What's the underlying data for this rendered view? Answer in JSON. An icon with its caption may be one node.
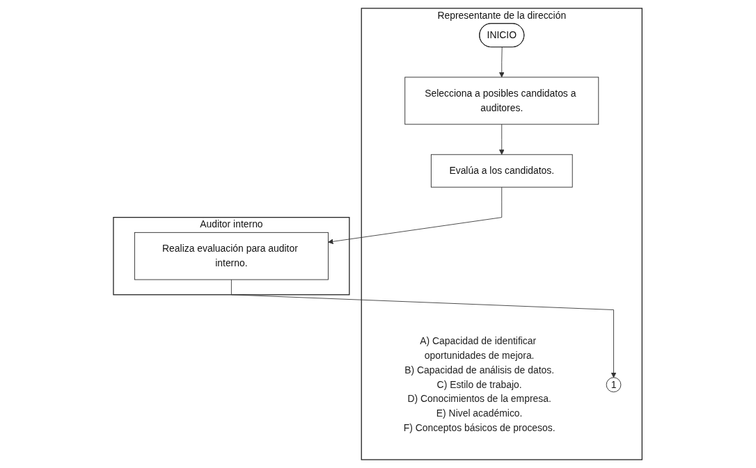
{
  "diagram": {
    "nodes": [
      {
        "text": [
          "Representante de la dirección"
        ]
      },
      {
        "text": [
          "Auditor interno"
        ]
      },
      {
        "text": [
          "INICIO"
        ],
        "in": 0
      },
      {
        "text": [
          "Selecciona a posibles candidatos a auditores."
        ],
        "in": 0
      },
      {
        "text": [
          "Evalúa a los candidatos."
        ],
        "in": 0,
        "beside": [
          "A) Capacidad de identificar oportunidades de mejora.",
          "B) Capacidad de análisis de datos.",
          "C) Estilo de trabajo.",
          "D) Conocimientos de la empresa.",
          "E) Nivel académico.",
          "F) Conceptos básicos de procesos."
        ]
      },
      {
        "text": [
          "Realiza evaluación para auditor interno."
        ],
        "in": 1
      },
      {
        "text": [
          "1"
        ],
        "in": 0
      }
    ],
    "edges": [
      {
        "from": 2,
        "to": 3,
        "arrow": "to"
      },
      {
        "from": 3,
        "to": 4,
        "arrow": "to"
      },
      {
        "from": 4,
        "to": 5,
        "arrow": "to"
      },
      {
        "from": 5,
        "to": 6,
        "arrow": "to"
      }
    ]
  }
}
